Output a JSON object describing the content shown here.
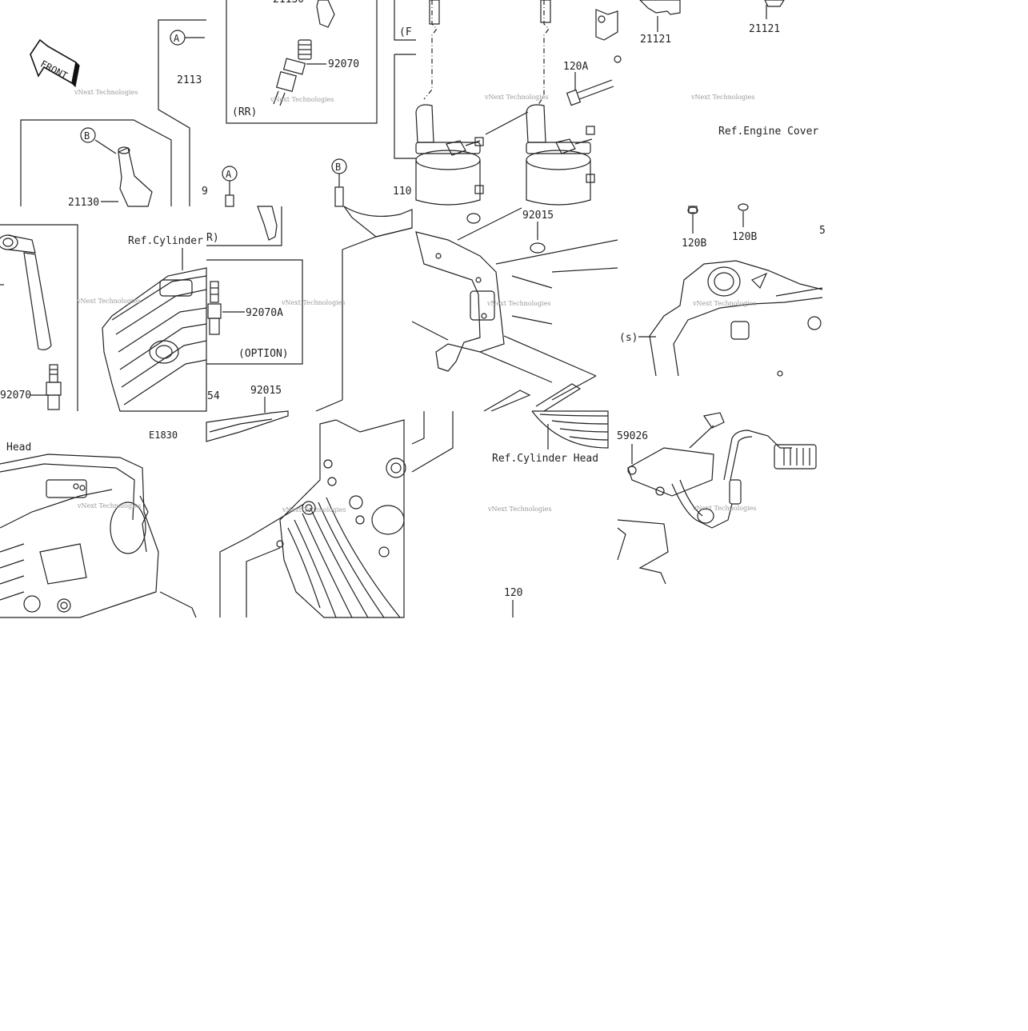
{
  "tiles": {
    "t1": {
      "front": "FRONT",
      "a": "A",
      "b": "B",
      "part1": "2113",
      "part2": "21130"
    },
    "t2": {
      "top": "21130",
      "part": "92070",
      "tag": "(RR)"
    },
    "t3": {
      "fl": "(F"
    },
    "t4": {
      "p1": "21121",
      "p2": "21121"
    },
    "t5": {
      "p1": "92070",
      "ref": "Ref.Cylinder"
    },
    "t6": {
      "a": "A",
      "frag": "9",
      "tag": "R)",
      "part": "92070A",
      "opt": "(OPTION)"
    },
    "t7": {
      "b": "B",
      "part": "110",
      "washer": "92015"
    },
    "t8": {
      "bolt": "120A",
      "washer": "92015"
    },
    "t9": {
      "ref": "Ref.Engine Cover",
      "b1": "120B",
      "b2": "120B",
      "frag": "5",
      "s": "(s)"
    },
    "t10": {
      "head": "Head",
      "code": "E1830"
    },
    "t11": {
      "frag": "54",
      "part": "92015"
    },
    "t13": {
      "ref": "Ref.Cylinder Head",
      "part": "120"
    },
    "t14": {
      "part": "59026"
    }
  },
  "watermark": "vNext Technologies"
}
